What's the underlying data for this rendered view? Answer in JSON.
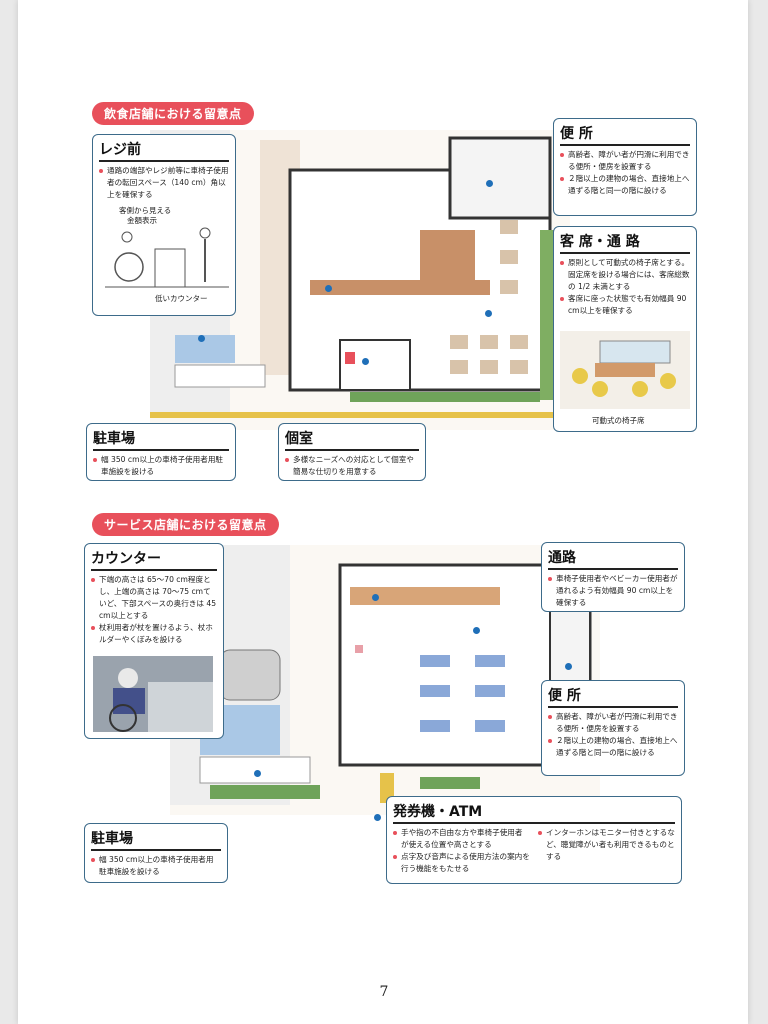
{
  "sections": [
    {
      "title": "飲食店舗における留意点"
    },
    {
      "title": "サービス店舗における留意点"
    }
  ],
  "restaurant": {
    "register": {
      "title": "レジ前",
      "items": [
        "通路の端部やレジ前等に車椅子使用者の転回スペース（140 cm）角以上を確保する"
      ],
      "fig_label_1": "客側から見える",
      "fig_label_2": "金額表示",
      "fig_label_3": "低いカウンター"
    },
    "toilet": {
      "title": "便 所",
      "items": [
        "高齢者、障がい者が円滑に利用できる便所・便房を設置する",
        "２階以上の建物の場合、直接地上へ通ずる階と同一の階に設ける"
      ]
    },
    "seats": {
      "title": "客 席・通 路",
      "items": [
        "原則として可動式の椅子席とする。固定席を設ける場合には、客席総数の 1/2 未満とする",
        "客席に座った状態でも有効幅員 90 cm以上を確保する"
      ],
      "caption": "可動式の椅子席"
    },
    "parking": {
      "title": "駐車場",
      "items": [
        "幅 350 cm以上の車椅子使用者用駐車施設を設ける"
      ]
    },
    "private_room": {
      "title": "個室",
      "items": [
        "多様なニーズへの対応として個室や簡易な仕切りを用意する"
      ]
    }
  },
  "service": {
    "counter": {
      "title": "カウンター",
      "items": [
        "下端の高さは 65〜70 cm程度とし、上端の高さは 70〜75 cmていど、下部スペースの奥行きは 45 cm以上とする",
        "杖利用者が杖を置けるよう、杖ホルダーやくぼみを設ける"
      ]
    },
    "aisle": {
      "title": "通路",
      "items": [
        "車椅子使用者やベビーカー使用者が通れるよう有効幅員 90 cm以上を確保する"
      ]
    },
    "toilet": {
      "title": "便 所",
      "items": [
        "高齢者、障がい者が円滑に利用できる便所・便房を設置する",
        "２階以上の建物の場合、直接地上へ通ずる階と同一の階に設ける"
      ]
    },
    "parking": {
      "title": "駐車場",
      "items": [
        "幅 350 cm以上の車椅子使用者用駐車施設を設ける"
      ]
    },
    "atm": {
      "title": "発券機・ATM",
      "items_left": [
        "手や指の不自由な方や車椅子使用者が使える位置や高さとする",
        "点字及び音声による使用方法の案内を行う機能をもたせる"
      ],
      "items_right": [
        "インターホンはモニター付きとするなど、聴覚障がい者も利用できるものとする"
      ]
    }
  },
  "footer": {
    "page_number": "7"
  },
  "colors": {
    "accent": "#e8505b",
    "frame": "#3d6b8a",
    "marker": "#1f6fb8"
  }
}
